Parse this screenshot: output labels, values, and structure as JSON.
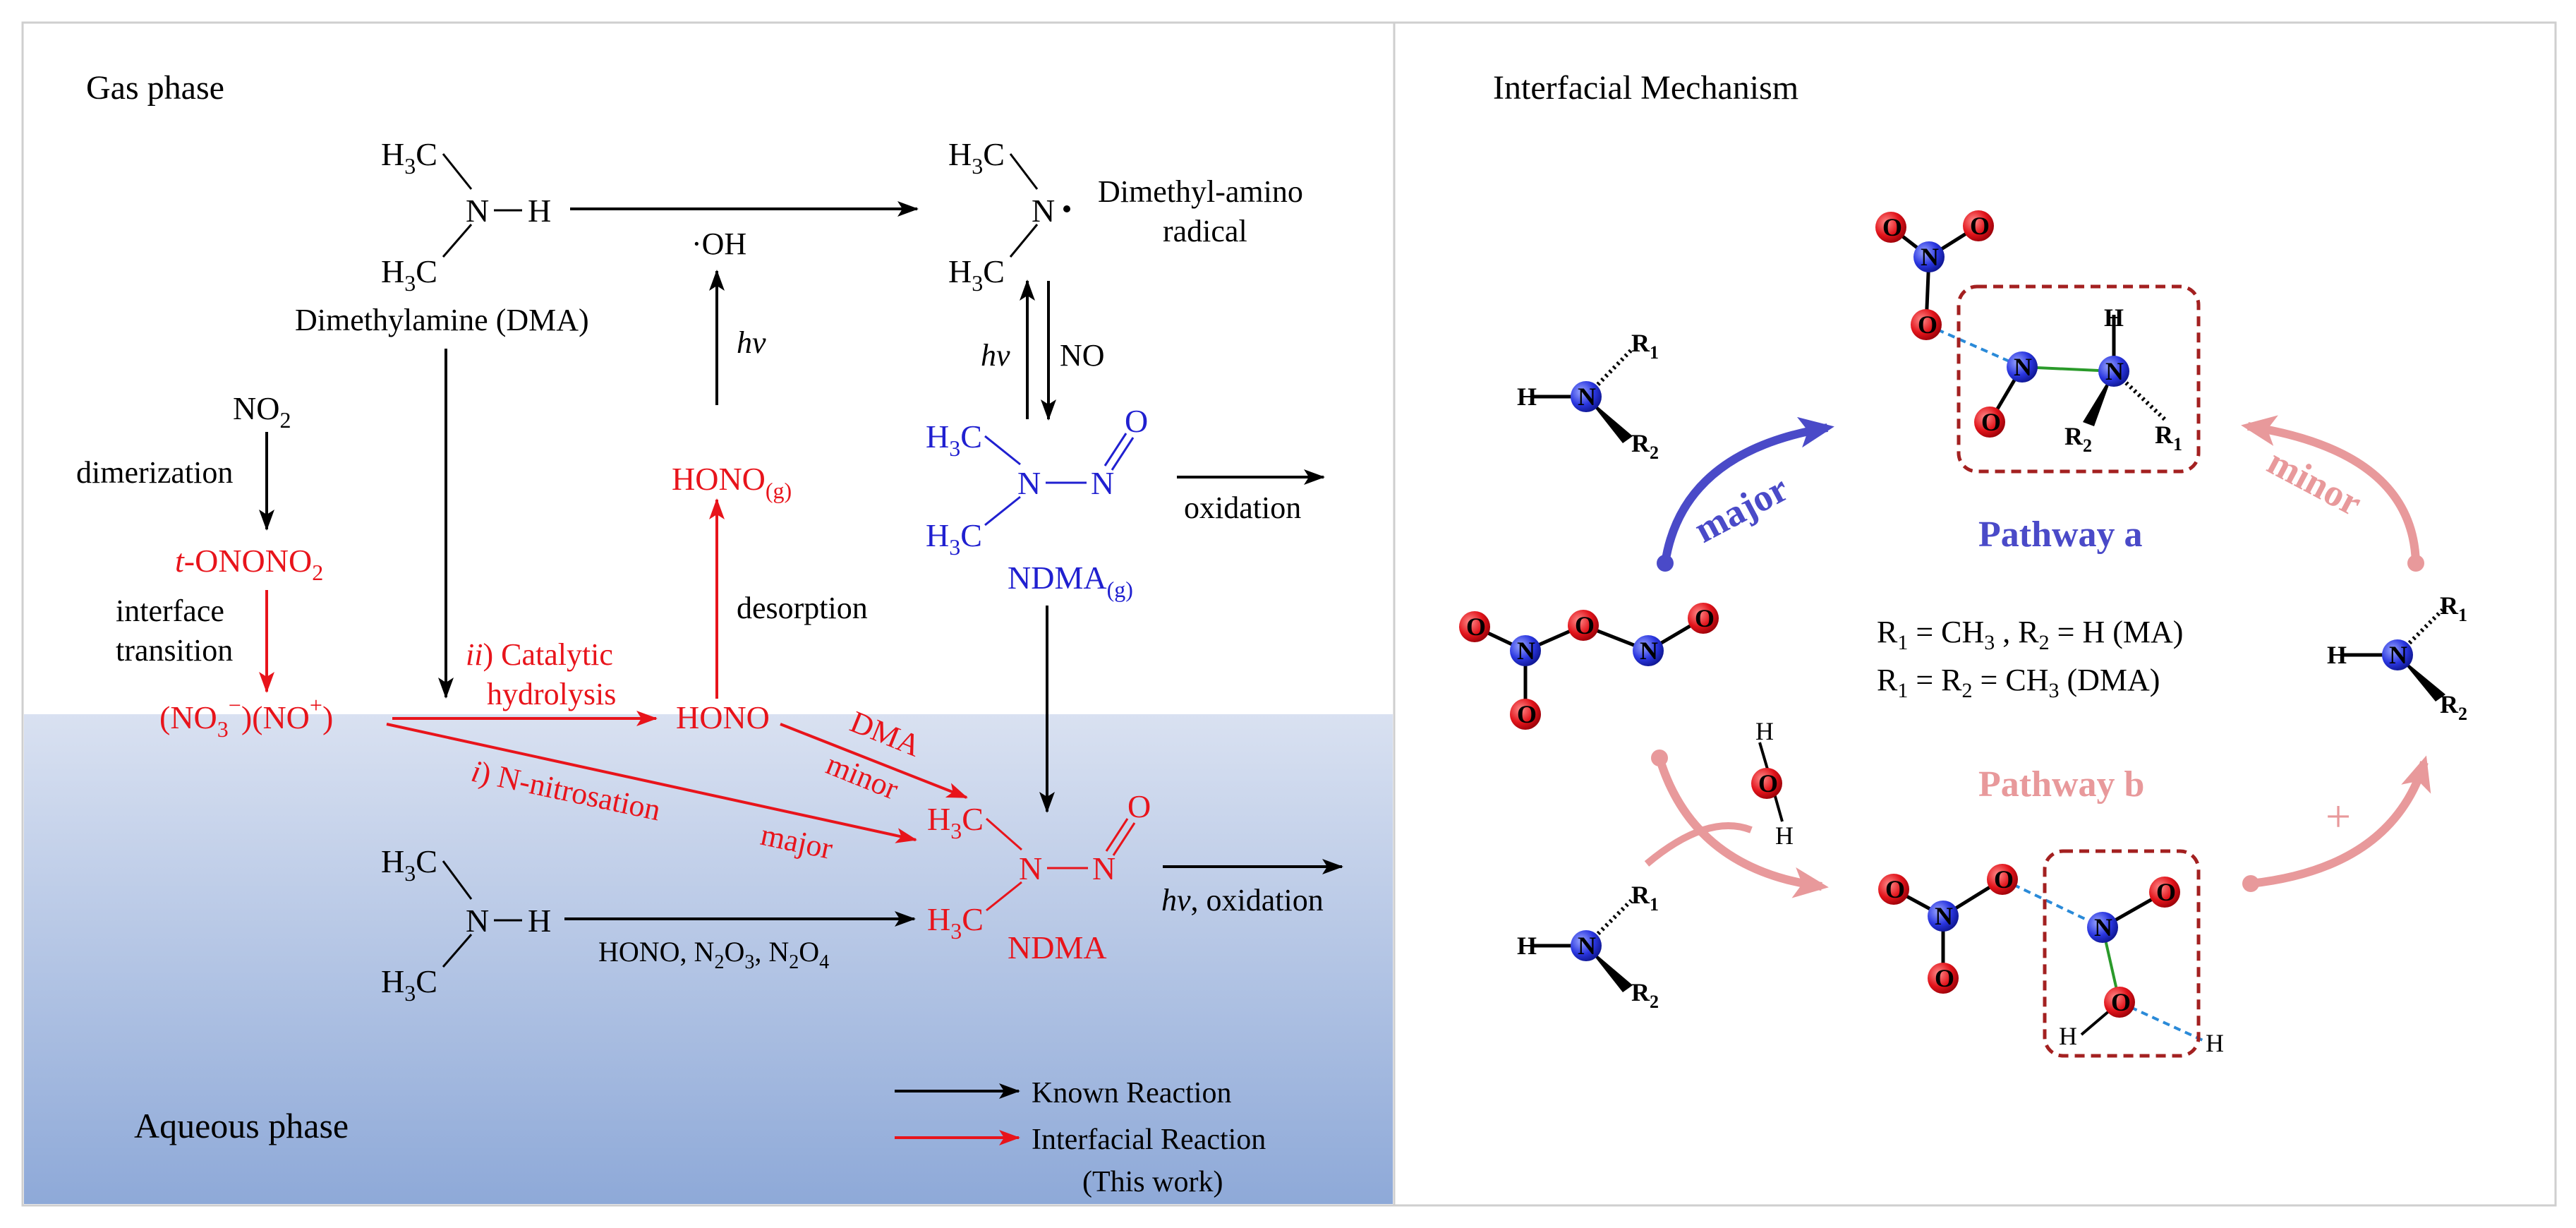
{
  "left_panel": {
    "gas_phase_title": "Gas phase",
    "aqueous_phase_title": "Aqueous phase",
    "dma_name": "Dimethylamine (DMA)",
    "oh": "·OH",
    "hv": "hv",
    "no": "NO",
    "radical_name_line1": "Dimethyl-amino",
    "radical_name_line2": "radical",
    "no2": "NO2",
    "dimerization": "dimerization",
    "t_ono": "t-ONONO2",
    "interface_transition_line1": "interface",
    "interface_transition_line2": "transition",
    "ion_pair": "(NO3−)(NO+)",
    "hono_g": "HONO(g)",
    "desorption": "desorption",
    "hono": "HONO",
    "catalytic_line1": "ii) Catalytic",
    "catalytic_line2": "hydrolysis",
    "n_nitrosation": "i) N-nitrosation",
    "major": "major",
    "dma_minor_line1": "DMA",
    "dma_minor_line2": "minor",
    "ndma_g": "NDMA(g)",
    "ndma": "NDMA",
    "oxidation": "oxidation",
    "hv_oxidation": "hv, oxidation",
    "reagents": "HONO, N2O3, N2O4",
    "legend_known": "Known Reaction",
    "legend_interfacial": "Interfacial Reaction",
    "legend_this_work": "(This work)"
  },
  "right_panel": {
    "title": "Interfacial Mechanism",
    "pathway_a": "Pathway a",
    "pathway_b": "Pathway b",
    "major": "major",
    "minor": "minor",
    "plus": "+",
    "r_def_line1": "R1 = CH3 , R2 = H (MA)",
    "r_def_line2": "R1 = R2 = CH3    (DMA)"
  },
  "colors": {
    "known": "#000000",
    "interfacial": "#e8141b",
    "ndma_blue": "#2020d0",
    "pathway_a": "#4a4ac8",
    "pathway_b": "#e8999b",
    "box": "#a32020",
    "water_top": "#d6dff0",
    "water_bottom": "#8da8d8"
  }
}
